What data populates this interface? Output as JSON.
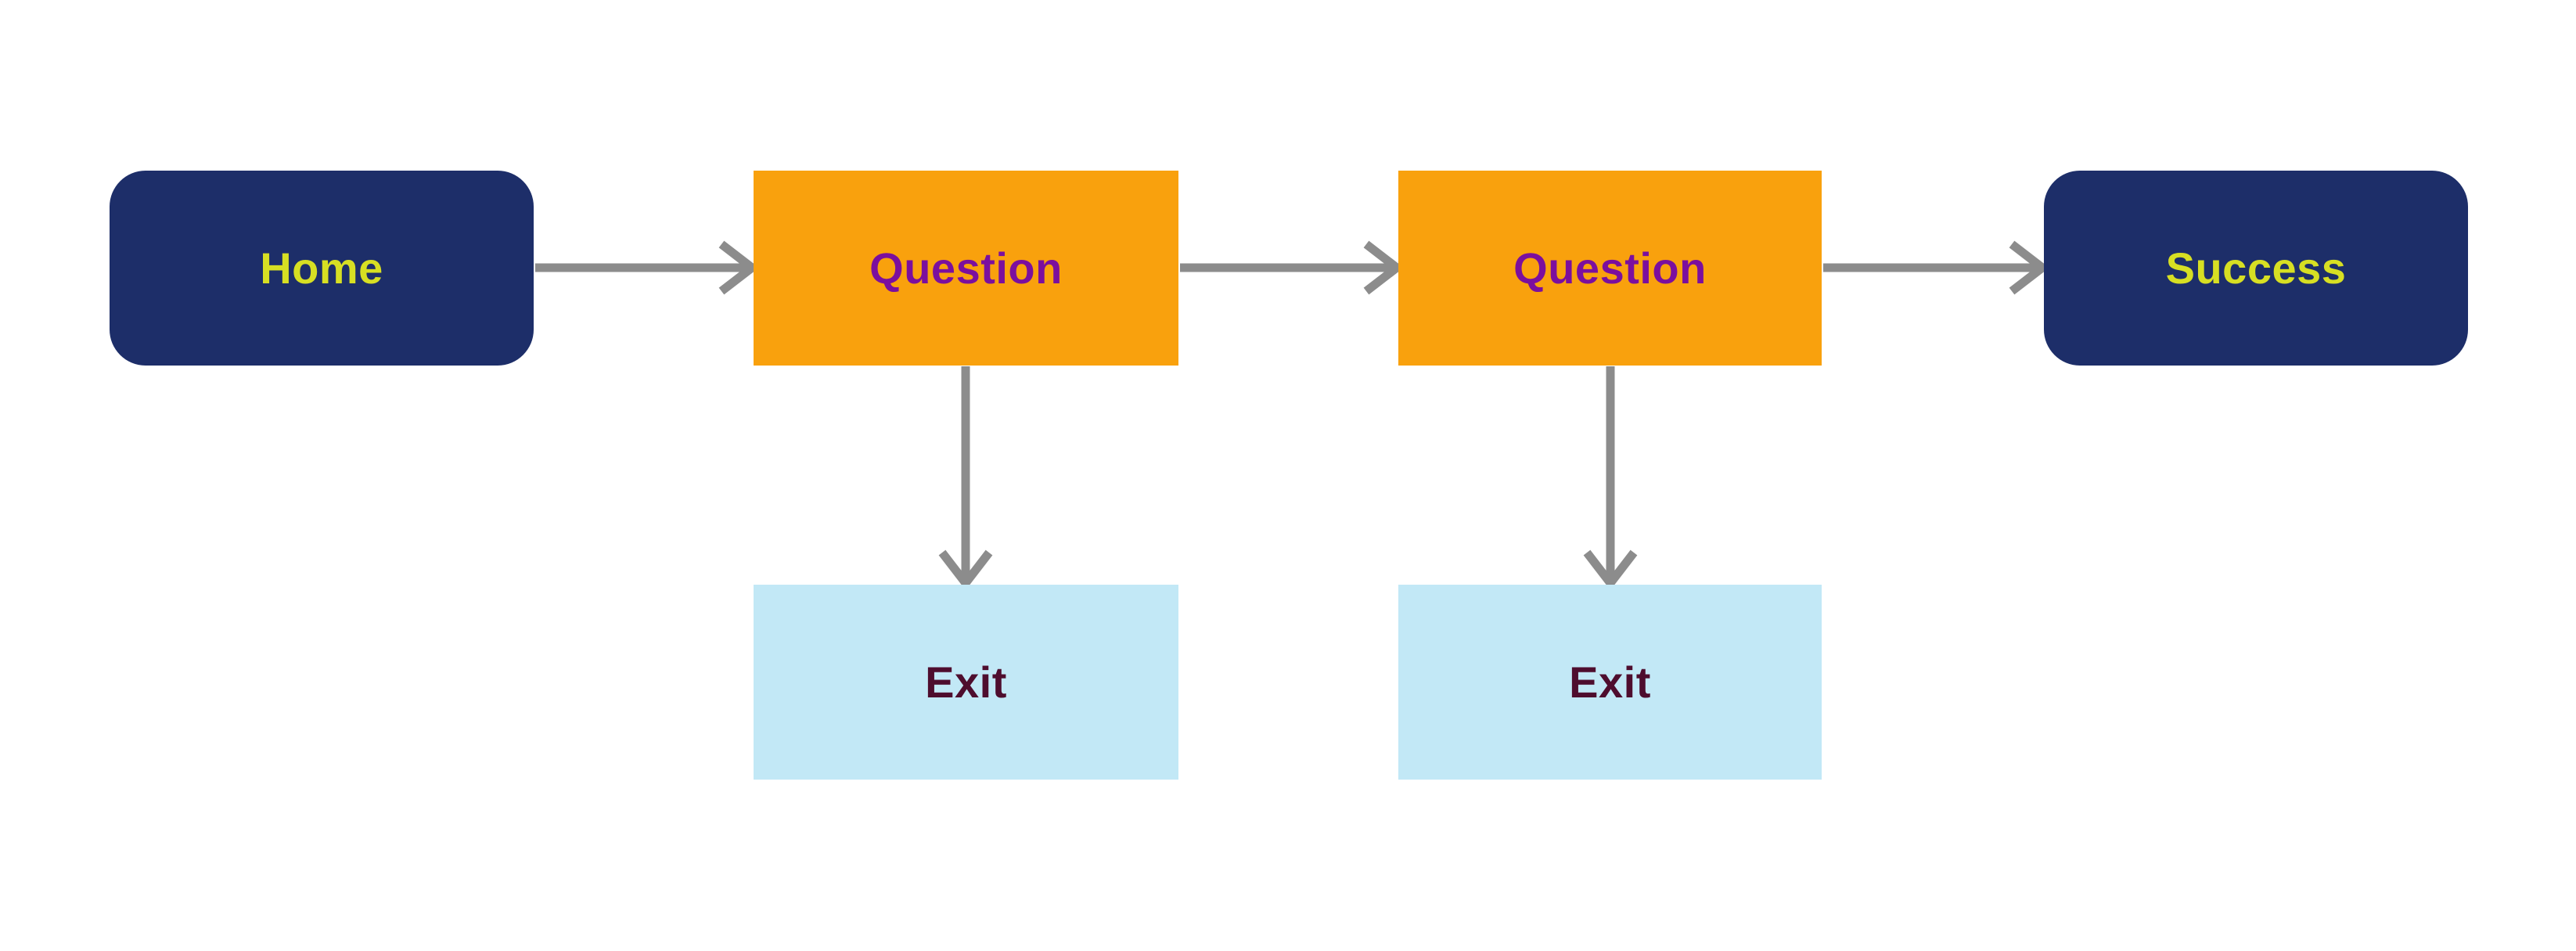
{
  "diagram": {
    "background_color": "#FFFFFF",
    "arrow_color": "#8C8C8C",
    "palette": {
      "navy": "#1D2E69",
      "chartreuse_text": "#D7DF23",
      "orange": "#F9A10D",
      "purple_text": "#7B0F9E",
      "light_blue": "#C2E8F6",
      "plum_text": "#4E0D2E"
    },
    "nodes": [
      {
        "id": "home",
        "label": "Home",
        "shape": "rounded",
        "fill": "#1D2E69",
        "text_color": "#D7DF23"
      },
      {
        "id": "question-1",
        "label": "Question",
        "shape": "rect",
        "fill": "#F9A10D",
        "text_color": "#7B0F9E"
      },
      {
        "id": "question-2",
        "label": "Question",
        "shape": "rect",
        "fill": "#F9A10D",
        "text_color": "#7B0F9E"
      },
      {
        "id": "success",
        "label": "Success",
        "shape": "rounded",
        "fill": "#1D2E69",
        "text_color": "#D7DF23"
      },
      {
        "id": "exit-1",
        "label": "Exit",
        "shape": "rect",
        "fill": "#C2E8F6",
        "text_color": "#4E0D2E"
      },
      {
        "id": "exit-2",
        "label": "Exit",
        "shape": "rect",
        "fill": "#C2E8F6",
        "text_color": "#4E0D2E"
      }
    ],
    "edges": [
      {
        "from": "home",
        "to": "question-1",
        "direction": "right"
      },
      {
        "from": "question-1",
        "to": "question-2",
        "direction": "right"
      },
      {
        "from": "question-2",
        "to": "success",
        "direction": "right"
      },
      {
        "from": "question-1",
        "to": "exit-1",
        "direction": "down"
      },
      {
        "from": "question-2",
        "to": "exit-2",
        "direction": "down"
      }
    ]
  }
}
